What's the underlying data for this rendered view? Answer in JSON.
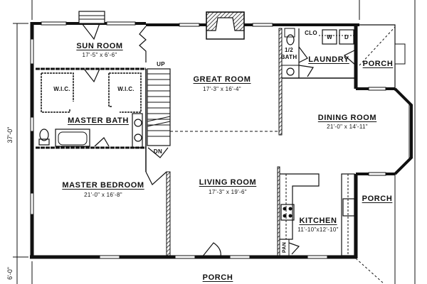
{
  "plan": {
    "rooms": [
      {
        "name": "SUN ROOM",
        "dims": "17'-5\" x 6'-6\""
      },
      {
        "name": "GREAT ROOM",
        "dims": "17'-3\" x 16'-4\""
      },
      {
        "name": "DINING ROOM",
        "dims": "21'-0\" x 14'-11\""
      },
      {
        "name": "MASTER BATH",
        "dims": ""
      },
      {
        "name": "MASTER BEDROOM",
        "dims": "21'-0\" x 16'-8\""
      },
      {
        "name": "LIVING ROOM",
        "dims": "17'-3\" x 19'-6\""
      },
      {
        "name": "KITCHEN",
        "dims": "11'-10\"x12'-10\""
      },
      {
        "name": "LAUNDRY",
        "dims": ""
      },
      {
        "name": "PORCH",
        "dims": ""
      },
      {
        "name": "PORCH",
        "dims": ""
      },
      {
        "name": "PORCH",
        "dims": ""
      }
    ],
    "small_labels": {
      "wic_left": "W.I.C.",
      "wic_right": "W.I.C.",
      "half_bath": "1/2\nBATH",
      "half": "1/2",
      "bath": "BATH",
      "clo": "CLO",
      "washer": "W",
      "dryer": "D",
      "pantry": "PAN",
      "stairs_up": "UP",
      "stairs_down": "DN"
    },
    "dimensions": {
      "depth": "37'-0\"",
      "porch_depth": "6'-0\""
    }
  }
}
